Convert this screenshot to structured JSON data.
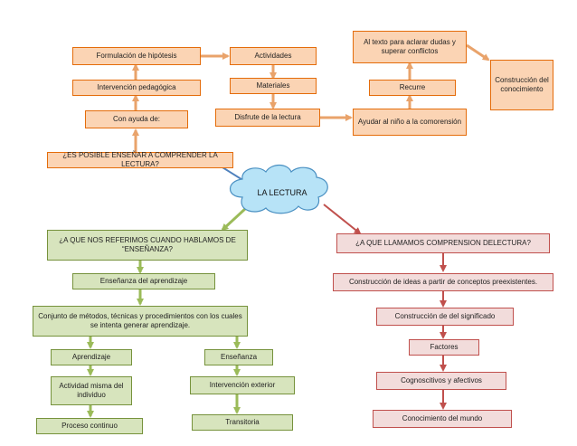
{
  "colors": {
    "orange_fill": "#fbd4b4",
    "orange_stroke": "#e46c0a",
    "green_fill": "#d7e4bd",
    "green_stroke": "#76923c",
    "red_fill": "#f2dcdb",
    "red_stroke": "#c0504d",
    "cloud_fill": "#b7e3f7",
    "cloud_stroke": "#4a90c2"
  },
  "center": {
    "label": "LA LECTURA"
  },
  "top_branch": {
    "question": "¿ES POSIBLE ENSEÑAR A COMPRENDER LA LECTURA?",
    "con_ayuda": "Con ayuda de:",
    "intervencion": "Intervención pedagógica",
    "formulacion": "Formulación de hipótesis",
    "actividades": "Actividades",
    "materiales": "Materiales",
    "disfrute": "Disfrute de la lectura",
    "ayudar": "Ayudar al niño a la comorensión",
    "recurre": "Recurre",
    "al_texto": "Al texto para aclarar dudas y superar conflictos",
    "construccion": "Construcción del conocimiento"
  },
  "left_branch": {
    "question": "¿A QUE NOS REFERIMOS CUANDO HABLAMOS DE “ENSEÑANZA?",
    "ensenanza_aprendizaje": "Enseñanza del aprendizaje",
    "conjunto": "Conjunto de métodos, técnicas y procedimientos con los cuales se intenta generar aprendizaje.",
    "aprendizaje": "Aprendizaje",
    "ensenanza": "Enseñanza",
    "actividad": "Actividad misma del individuo",
    "intervencion_ext": "Intervención exterior",
    "proceso": "Proceso continuo",
    "transitoria": "Transitoria"
  },
  "right_branch": {
    "question": "¿A QUE LLAMAMOS COMPRENSION DELECTURA?",
    "construccion_ideas": "Construcción de ideas a partir de conceptos preexistentes.",
    "construccion_significado": "Construcción de del significado",
    "factores": "Factores",
    "cognoscitivos": "Cognoscitivos y afectivos",
    "conocimiento": "Conocimiento del mundo"
  }
}
